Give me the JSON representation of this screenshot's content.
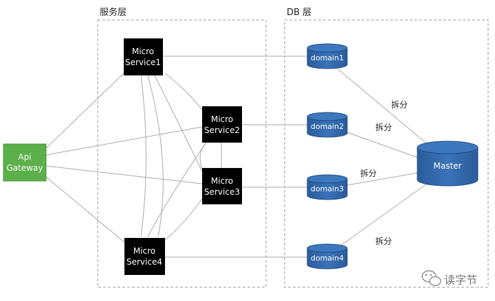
{
  "layers": {
    "service_label": "服务层",
    "db_label": "DB 层"
  },
  "gateway": {
    "line1": "Api",
    "line2": "Gateway",
    "color": "#5cb04a"
  },
  "services": [
    {
      "line1": "Micro",
      "line2": "Service1"
    },
    {
      "line1": "Micro",
      "line2": "Service2"
    },
    {
      "line1": "Micro",
      "line2": "Service3"
    },
    {
      "line1": "Micro",
      "line2": "Service4"
    }
  ],
  "domains": [
    {
      "label": "domain1"
    },
    {
      "label": "domain2"
    },
    {
      "label": "domain3"
    },
    {
      "label": "domain4"
    }
  ],
  "master": {
    "label": "Master",
    "color": "#2f65a8"
  },
  "split_label": "拆分",
  "watermark": {
    "text": "读字节",
    "icon": "wechat-icon"
  }
}
